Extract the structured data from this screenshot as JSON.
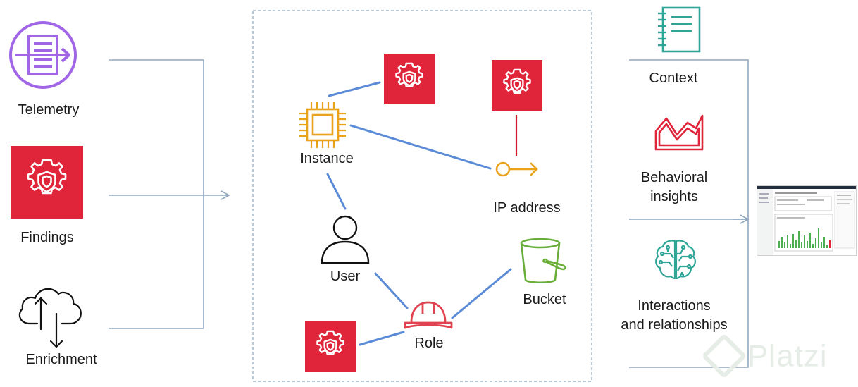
{
  "inputs": {
    "telemetry": "Telemetry",
    "findings": "Findings",
    "enrichment": "Enrichment"
  },
  "graph": {
    "instance": "Instance",
    "ip_address": "IP address",
    "user": "User",
    "role": "Role",
    "bucket": "Bucket"
  },
  "outputs": {
    "context": "Context",
    "behavioral_line1": "Behavioral",
    "behavioral_line2": "insights",
    "interactions_line1": "Interactions",
    "interactions_line2": "and relationships"
  },
  "watermark": "Platzi",
  "colors": {
    "connector": "#8fa7bf",
    "edge": "#5b8bd6",
    "finding_red": "#e0253b",
    "instance_orange": "#eaa11b",
    "bucket_green": "#6aae3a",
    "role_red": "#e0434f",
    "context_teal": "#2ea597",
    "telemetry_purple": "#a166e6"
  }
}
